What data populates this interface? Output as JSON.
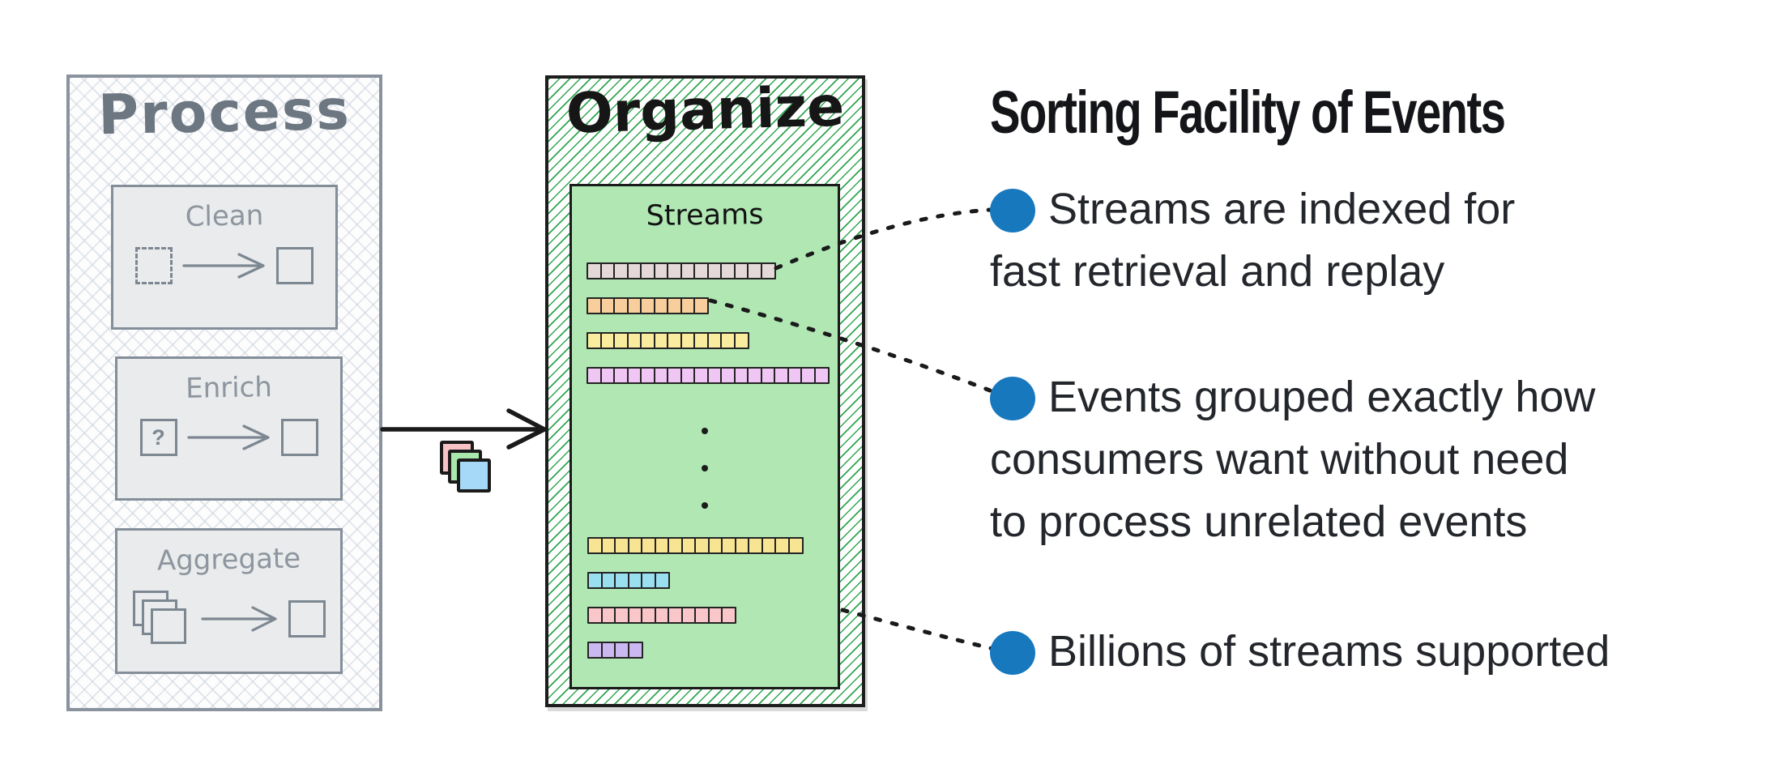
{
  "process": {
    "title": "Process",
    "boxes": [
      {
        "label": "Clean"
      },
      {
        "label": "Enrich",
        "icon_symbol": "?"
      },
      {
        "label": "Aggregate"
      }
    ]
  },
  "flow": {
    "cards": [
      {
        "name": "event-card-pink",
        "color": "#f8c3c6"
      },
      {
        "name": "event-card-green",
        "color": "#a9e7ad"
      },
      {
        "name": "event-card-blue",
        "color": "#a6d9f8"
      }
    ]
  },
  "organize": {
    "title": "Organize",
    "streams_label": "Streams",
    "row_groups": [
      [
        {
          "segments": 14,
          "color": "#e4d8d8"
        },
        {
          "segments": 9,
          "color": "#f8cf9c"
        },
        {
          "segments": 12,
          "color": "#faec9e"
        },
        {
          "segments": 18,
          "color": "#f0c6f4"
        }
      ],
      [
        {
          "segments": 16,
          "color": "#f8e593"
        },
        {
          "segments": 6,
          "color": "#99dff0"
        },
        {
          "segments": 11,
          "color": "#f9c6c9"
        },
        {
          "segments": 4,
          "color": "#ccb8f0"
        }
      ]
    ]
  },
  "info": {
    "title": "Sorting Facility of Events",
    "bullets": [
      {
        "text": "Streams are indexed for\nfast retrieval and replay"
      },
      {
        "text": "Events grouped exactly how\nconsumers want without need\nto process unrelated events"
      },
      {
        "text": "Billions of streams supported"
      }
    ]
  },
  "colors": {
    "bullet_dot": "#1878be",
    "streams_box_bg": "#b0e7b3",
    "organize_hatch": "#2fa54f",
    "process_border": "#8a939d",
    "connector": "#1a1a1a"
  }
}
